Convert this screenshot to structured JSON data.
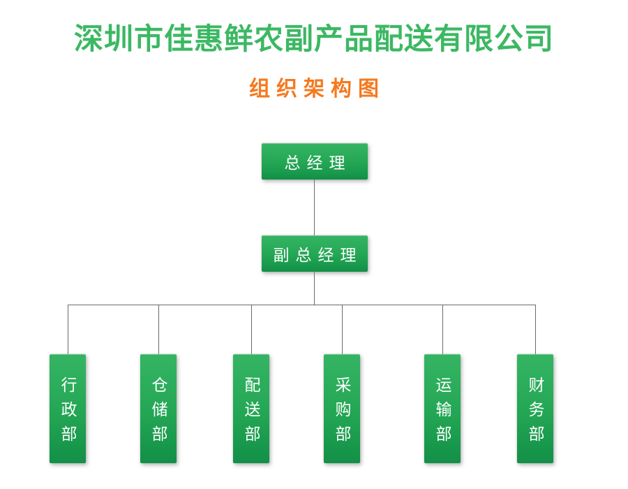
{
  "header": {
    "title": "深圳市佳惠鲜农副产品配送有限公司",
    "subtitle": "组织架构图"
  },
  "colors": {
    "title_green": "#3cb863",
    "subtitle_orange": "#f5791f",
    "node_gradient_top": "#35b563",
    "node_gradient_bottom": "#129047",
    "node_text_white": "#ffffff",
    "connector_gray": "#6a6a6a",
    "background": "#ffffff"
  },
  "org_chart": {
    "root": {
      "label": "总经理"
    },
    "deputy": {
      "label": "副总经理"
    },
    "departments": [
      {
        "label": "行政部"
      },
      {
        "label": "仓储部"
      },
      {
        "label": "配送部"
      },
      {
        "label": "采购部"
      },
      {
        "label": "运输部"
      },
      {
        "label": "财务部"
      }
    ]
  }
}
